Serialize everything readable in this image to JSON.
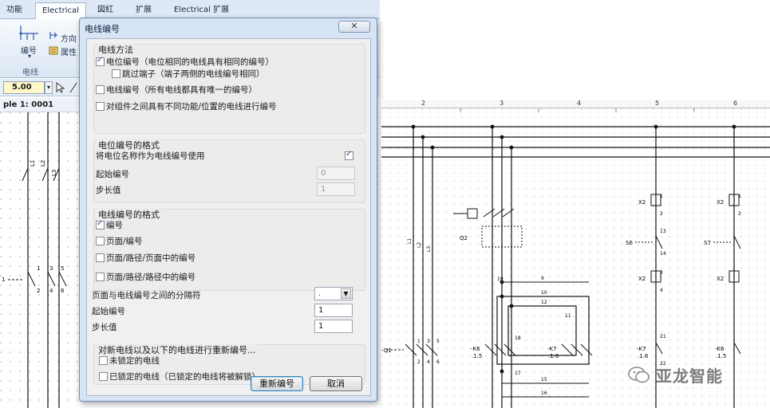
{
  "ribbon": {
    "tabs": [
      "功能",
      "Electrical",
      "図紅",
      "扩展",
      "Electrical 扩展"
    ],
    "active_tab": "Electrical",
    "items": {
      "number": "编号",
      "direction": "方向",
      "properties": "属性"
    },
    "group_label": "电线"
  },
  "toolbar": {
    "zoom": "5.00"
  },
  "sheet": {
    "label": "ple 1: 0001"
  },
  "dialog": {
    "title": "电线编号",
    "close_symbol": "✕",
    "method": {
      "title": "电线方法",
      "potential_numbering": "电位编号（电位相同的电线具有相同的编号）",
      "skip_terminals": "跳过端子（端子两侧的电线编号相同）",
      "unique_numbering": "电线编号（所有电线都具有唯一的编号）",
      "component_numbering": "对组件之间具有不同功能/位置的电线进行编号"
    },
    "potential_format": {
      "title": "电位编号的格式",
      "use_potential_name": "将电位名称作为电线编号使用",
      "start_label": "起始编号",
      "start_value": "0",
      "step_label": "步长值",
      "step_value": "1"
    },
    "wire_format": {
      "title": "电线编号的格式",
      "number": "编号",
      "page_number": "页面/编号",
      "page_path_number": "页面/路径/页面中的编号",
      "page_path_wire_number": "页面/路径/路径中的编号",
      "separator_label": "页面与电线编号之间的分隔符",
      "separator_value": ".",
      "start_label": "起始编号",
      "start_value": "1",
      "step_label": "步长值",
      "step_value": "1"
    },
    "renumber": {
      "title": "对新电线以及以下的电线进行重新编号...",
      "unlocked": "未锁定的电线",
      "locked": "已锁定的电线（已锁定的电线将被解锁）"
    },
    "buttons": {
      "renumber": "重新编号",
      "cancel": "取消"
    }
  },
  "left_schematic": {
    "labels": [
      "L1",
      "L2",
      "L3",
      "1",
      "3",
      "5",
      "2",
      "4",
      "6",
      "1"
    ]
  },
  "right_schematic": {
    "ruler_numbers": [
      "2",
      "3",
      "4",
      "5",
      "6"
    ],
    "device_labels": {
      "q2": "Q2",
      "q1": "-Q1",
      "s6": "S6",
      "s7": "S7",
      "x2a": "X2",
      "x2b": "X2",
      "x2c": "X2",
      "x2d": "X2",
      "k6a": "-K6",
      "k6a_sub": ".1.5",
      "k7a": "-K7",
      "k7a_sub": ".1.6",
      "k7b": "-K7",
      "k7b_sub": ".1.6",
      "k6b": "-K6",
      "k6b_sub": ".1.5"
    },
    "wire_labels": [
      "L1",
      "L2",
      "L3",
      "1",
      "3",
      "5",
      "2",
      "4",
      "6",
      "1",
      "2",
      "3",
      "4",
      "1",
      "2",
      "13",
      "14",
      "21",
      "22",
      "9",
      "10",
      "11",
      "12",
      "15",
      "16",
      "17",
      "18",
      "19"
    ]
  },
  "watermark": {
    "text": "亚龙智能"
  }
}
